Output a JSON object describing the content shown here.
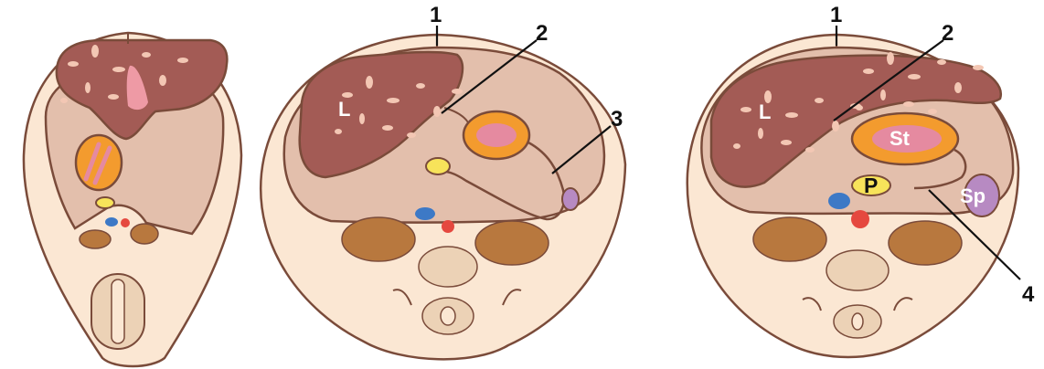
{
  "diagram": {
    "panels": [
      {
        "labels": []
      },
      {
        "labels": [
          "1",
          "2",
          "3",
          "L"
        ]
      },
      {
        "labels": [
          "1",
          "2",
          "4",
          "L",
          "St",
          "P",
          "Sp"
        ]
      }
    ]
  },
  "colors": {
    "outline": "#7a4b3a",
    "skin": "#fbe7d3",
    "peritoneum": "#e3bfac",
    "liver": "#a35b55",
    "liver_vessel": "#f3c7b4",
    "stomach_wall": "#f39b2e",
    "stomach_inner": "#e58aa0",
    "pancreas": "#f7e35a",
    "spleen": "#b78ac2",
    "vein": "#3d79c6",
    "artery": "#e5483f",
    "kidney": "#b8783e",
    "bone": "#ecd2b6",
    "leader_line": "#111111"
  }
}
